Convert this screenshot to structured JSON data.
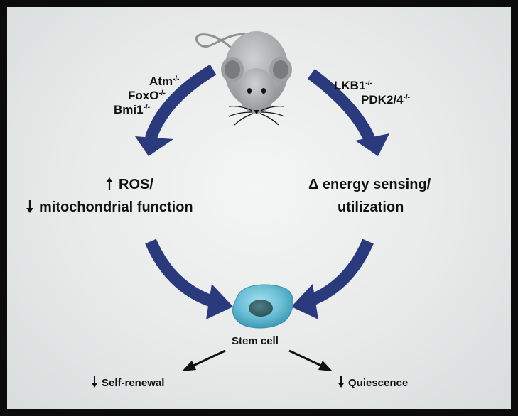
{
  "genes_left": [
    {
      "name": "Atm",
      "sup": "-/-"
    },
    {
      "name": "FoxO",
      "sup": "-/-"
    },
    {
      "name": "Bmi1",
      "sup": "-/-"
    }
  ],
  "genes_right": [
    {
      "name": "LKB1",
      "sup": "-/-"
    },
    {
      "name": "PDK2/4",
      "sup": "-/-"
    }
  ],
  "left_outcome": {
    "line1": "ROS/",
    "line1_indicator": "up-arrow",
    "line2": "mitochondrial function",
    "line2_indicator": "down-arrow"
  },
  "right_outcome": {
    "prefix": "Δ",
    "line1": "energy sensing/",
    "line2": "utilization"
  },
  "center": {
    "label": "Stem cell"
  },
  "results": {
    "left": {
      "label": "Self-renewal",
      "indicator": "down-arrow"
    },
    "right": {
      "label": "Quiescence",
      "indicator": "down-arrow"
    }
  },
  "colors": {
    "arc_arrow": "#2b3a7c",
    "black_arrow": "#111111",
    "cell_body": "#6bbfd6",
    "cell_nucleus": "#3e6c74",
    "mouse_body": "#a8a9ab"
  }
}
